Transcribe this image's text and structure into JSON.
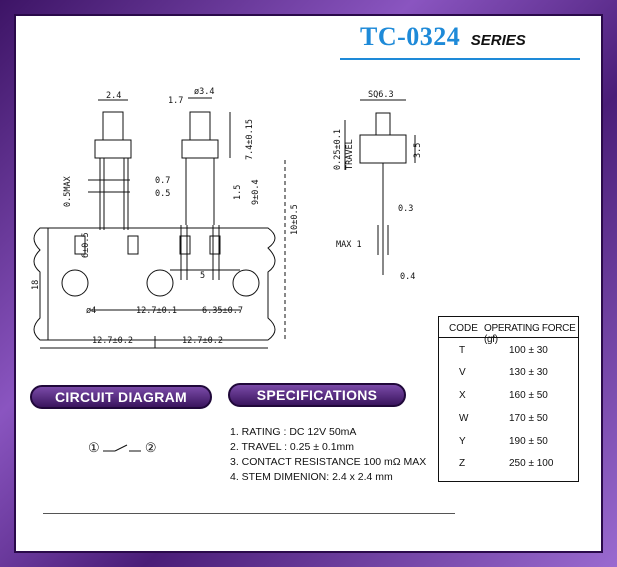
{
  "title": {
    "main": "TC-0324",
    "sub": "SERIES"
  },
  "sections": {
    "circuit": "CIRCUIT DIAGRAM",
    "specs": "SPECIFICATIONS"
  },
  "circuit": {
    "left": "①",
    "right": "②"
  },
  "specifications": [
    "1. RATING : DC 12V  50mA",
    "2. TRAVEL : 0.25 ± 0.1mm",
    "3. CONTACT  RESISTANCE 100 mΩ MAX",
    "4. STEM DIMENION: 2.4  x 2.4 mm"
  ],
  "table": {
    "headers": [
      "CODE",
      "OPERATING FORCE (gf)"
    ],
    "rows": [
      [
        "T",
        "100 ± 30"
      ],
      [
        "V",
        "130 ± 30"
      ],
      [
        "X",
        "160 ± 50"
      ],
      [
        "W",
        "170 ± 50"
      ],
      [
        "Y",
        "190 ± 50"
      ],
      [
        "Z",
        "250 ± 100"
      ]
    ]
  },
  "dimensions": {
    "d1": "2.4",
    "d2": "1.7",
    "d3": "ø3.4",
    "d4": "7.4±0.15",
    "d5": "0.5MAX",
    "d6": "0.7",
    "d7": "0.5",
    "d8": "1.5",
    "d9": "9±0.4",
    "d10": "10±0.5",
    "d11": "6±0.5",
    "d12": "18",
    "d13": "5",
    "d14": "ø4",
    "d15": "12.7±0.1",
    "d16": "6.35±0.7",
    "d17": "12.7±0.2",
    "d18": "12.7±0.2",
    "d19": "SQ6.3",
    "d20": "0.25±0.1",
    "d21": "TRAVEL",
    "d22": "3.5",
    "d23": "0.3",
    "d24": "MAX 1",
    "d25": "0.4"
  }
}
